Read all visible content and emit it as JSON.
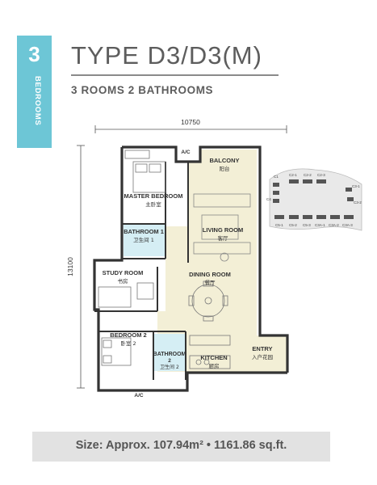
{
  "badge": {
    "number": "3",
    "word": "BEDROOMS"
  },
  "header": {
    "title": "TYPE D3/D3(M)",
    "subtitle": "3 ROOMS 2 BATHROOMS"
  },
  "dimensions": {
    "width": "10750",
    "height": "13100"
  },
  "rooms": {
    "ac_top": {
      "label": "A/C"
    },
    "balcony": {
      "label": "BALCONY",
      "cn": "阳台"
    },
    "master_bedroom": {
      "label": "MASTER BEDROOM",
      "cn": "主卧室"
    },
    "bathroom1": {
      "label": "BATHROOM 1",
      "cn": "卫生间 1"
    },
    "living_room": {
      "label": "LIVING ROOM",
      "cn": "客厅"
    },
    "study_room": {
      "label": "STUDY ROOM",
      "cn": "书房"
    },
    "dining_room": {
      "label": "DINING ROOM",
      "cn": "餐厅"
    },
    "bedroom2": {
      "label": "BEDROOM 2",
      "cn": "卧室 2"
    },
    "bathroom2": {
      "label": "BATHROOM",
      "sub": "2",
      "cn": "卫生间 2"
    },
    "kitchen": {
      "label": "KITCHEN",
      "cn": "厨房"
    },
    "entry": {
      "label": "ENTRY",
      "cn": "入户花园"
    },
    "ac_bottom": {
      "label": "A/C"
    }
  },
  "keyplan": {
    "labels": [
      "C1",
      "C2-1",
      "C2-2",
      "C2-3",
      "C3-1",
      "C3-2",
      "C4",
      "C5-1",
      "C5-2",
      "C5-3",
      "C3A-1",
      "C3A-2",
      "C3A-3"
    ]
  },
  "size": {
    "text": "Size: Approx. 107.94m² • 1161.86 sq.ft."
  },
  "colors": {
    "accent": "#6dc6d6",
    "living_area": "#f3efd6",
    "bathroom": "#d5eef4"
  }
}
